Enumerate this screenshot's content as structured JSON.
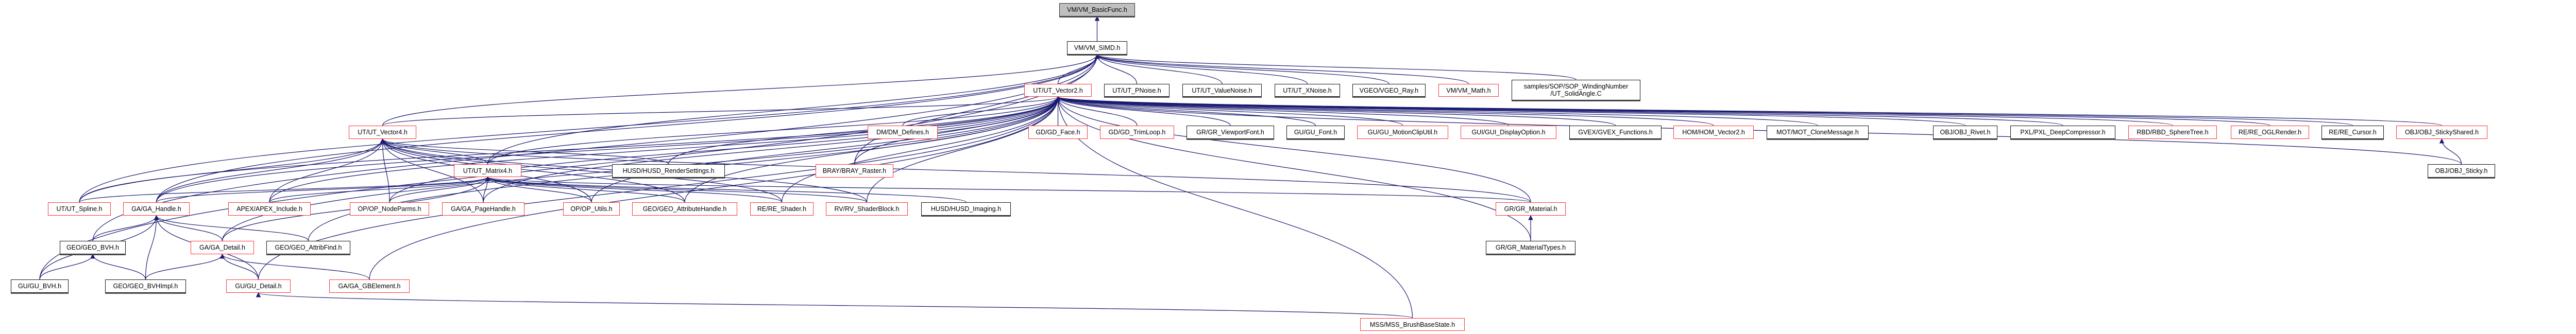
{
  "colors": {
    "edge": "#191970",
    "red_border": "#ff3333",
    "black_border": "#111111",
    "root_fill": "#bfbfbf"
  },
  "nodes": {
    "vm_basicfunc": {
      "label": "VM/VM_BasicFunc.h",
      "kind": "gray"
    },
    "vm_simd": {
      "label": "VM/VM_SIMD.h",
      "kind": "black"
    },
    "ut_vector2": {
      "label": "UT/UT_Vector2.h",
      "kind": "red"
    },
    "ut_pnoise": {
      "label": "UT/UT_PNoise.h",
      "kind": "black"
    },
    "ut_valuenoise": {
      "label": "UT/UT_ValueNoise.h",
      "kind": "black"
    },
    "ut_xnoise": {
      "label": "UT/UT_XNoise.h",
      "kind": "black"
    },
    "vgeo_ray": {
      "label": "VGEO/VGEO_Ray.h",
      "kind": "black"
    },
    "vm_math": {
      "label": "VM/VM_Math.h",
      "kind": "red"
    },
    "samples_solidangle": {
      "label": "samples/SOP/SOP_WindingNumber\n/UT_SolidAngle.C",
      "kind": "black"
    },
    "ut_vector4": {
      "label": "UT/UT_Vector4.h",
      "kind": "red"
    },
    "dm_defines": {
      "label": "DM/DM_Defines.h",
      "kind": "red"
    },
    "gd_face": {
      "label": "GD/GD_Face.h",
      "kind": "red"
    },
    "gd_trimloop": {
      "label": "GD/GD_TrimLoop.h",
      "kind": "red"
    },
    "gr_viewportfont": {
      "label": "GR/GR_ViewportFont.h",
      "kind": "black"
    },
    "gu_font": {
      "label": "GU/GU_Font.h",
      "kind": "black"
    },
    "gu_motioncliputil": {
      "label": "GU/GU_MotionClipUtil.h",
      "kind": "red"
    },
    "gui_displayoption": {
      "label": "GUI/GUI_DisplayOption.h",
      "kind": "red"
    },
    "gvex_functions": {
      "label": "GVEX/GVEX_Functions.h",
      "kind": "black"
    },
    "hom_vector2": {
      "label": "HOM/HOM_Vector2.h",
      "kind": "red"
    },
    "mot_clonemessage": {
      "label": "MOT/MOT_CloneMessage.h",
      "kind": "black"
    },
    "obj_rivet": {
      "label": "OBJ/OBJ_Rivet.h",
      "kind": "black"
    },
    "pxl_deepcompressor": {
      "label": "PXL/PXL_DeepCompressor.h",
      "kind": "black"
    },
    "rbd_spheretree": {
      "label": "RBD/RBD_SphereTree.h",
      "kind": "red"
    },
    "re_oglrender": {
      "label": "RE/RE_OGLRender.h",
      "kind": "red"
    },
    "re_cursor": {
      "label": "RE/RE_Cursor.h",
      "kind": "black"
    },
    "obj_stickyshared": {
      "label": "OBJ/OBJ_StickyShared.h",
      "kind": "red"
    },
    "ut_matrix4": {
      "label": "UT/UT_Matrix4.h",
      "kind": "red"
    },
    "husd_rendersettings": {
      "label": "HUSD/HUSD_RenderSettings.h",
      "kind": "black"
    },
    "bray_raster": {
      "label": "BRAY/BRAY_Raster.h",
      "kind": "red"
    },
    "obj_sticky": {
      "label": "OBJ/OBJ_Sticky.h",
      "kind": "black"
    },
    "ut_spline": {
      "label": "UT/UT_Spline.h",
      "kind": "red"
    },
    "ga_handle": {
      "label": "GA/GA_Handle.h",
      "kind": "red"
    },
    "apex_include": {
      "label": "APEX/APEX_Include.h",
      "kind": "red"
    },
    "op_nodeparms": {
      "label": "OP/OP_NodeParms.h",
      "kind": "red"
    },
    "ga_pagehandle": {
      "label": "GA/GA_PageHandle.h",
      "kind": "red"
    },
    "op_utils": {
      "label": "OP/OP_Utils.h",
      "kind": "red"
    },
    "geo_attributehandle": {
      "label": "GEO/GEO_AttributeHandle.h",
      "kind": "red"
    },
    "re_shader": {
      "label": "RE/RE_Shader.h",
      "kind": "red"
    },
    "rv_shaderblock": {
      "label": "RV/RV_ShaderBlock.h",
      "kind": "red"
    },
    "husd_imaging": {
      "label": "HUSD/HUSD_Imaging.h",
      "kind": "black"
    },
    "gr_material": {
      "label": "GR/GR_Material.h",
      "kind": "red"
    },
    "geo_bvh": {
      "label": "GEO/GEO_BVH.h",
      "kind": "black"
    },
    "ga_detail": {
      "label": "GA/GA_Detail.h",
      "kind": "red"
    },
    "geo_attribfind": {
      "label": "GEO/GEO_AttribFind.h",
      "kind": "black"
    },
    "gr_materialtypes": {
      "label": "GR/GR_MaterialTypes.h",
      "kind": "black"
    },
    "gu_bvh": {
      "label": "GU/GU_BVH.h",
      "kind": "black"
    },
    "geo_bvhimpl": {
      "label": "GEO/GEO_BVHImpl.h",
      "kind": "black"
    },
    "gu_detail": {
      "label": "GU/GU_Detail.h",
      "kind": "red"
    },
    "ga_gbelement": {
      "label": "GA/GA_GBElement.h",
      "kind": "red"
    },
    "mss_brushbasestate": {
      "label": "MSS/MSS_BrushBaseState.h",
      "kind": "red"
    }
  }
}
